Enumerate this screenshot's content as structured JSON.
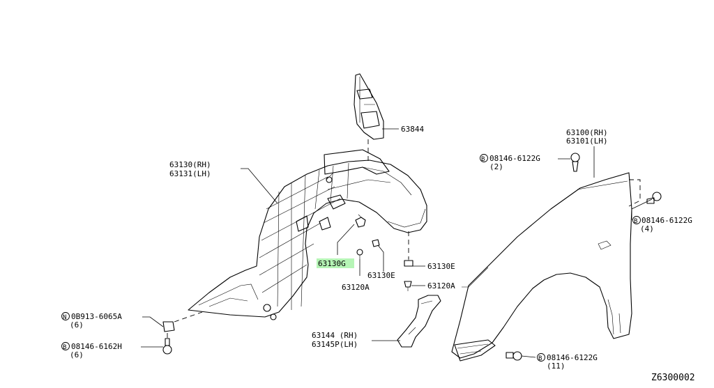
{
  "diagram_id": "Z6300002",
  "highlight_color": "#b6f5b6",
  "callouts": {
    "p63844": "63844",
    "p63100": "63100(RH)",
    "p63101": "63101(LH)",
    "p63130": "63130(RH)",
    "p63131": "63131(LH)",
    "p63130G": "63130G",
    "p63130E_a": "63130E",
    "p63130E_b": "63130E",
    "p63120A_a": "63120A",
    "p63120A_b": "63120A",
    "p63144": "63144 (RH)",
    "p63145P": "63145P(LH)",
    "bolt_top": "08146-6122G",
    "bolt_top_qty": "(2)",
    "bolt_right": "08146-6122G",
    "bolt_right_qty": "(4)",
    "bolt_bottom": "08146-6122G",
    "bolt_bottom_qty": "(11)",
    "nut_left": "0B913-6065A",
    "nut_left_qty": "(6)",
    "bolt_left": "08146-6162H",
    "bolt_left_qty": "(6)",
    "sym_b": "B",
    "sym_n": "N"
  }
}
